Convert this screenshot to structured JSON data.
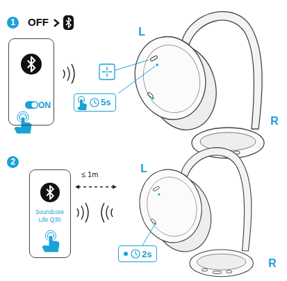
{
  "diagram": {
    "nodes": [
      {
        "text": [
          "1"
        ]
      },
      {
        "text": [
          "ON"
        ]
      },
      {
        "text": [
          "5s"
        ]
      },
      {
        "text": [
          "2"
        ]
      },
      {
        "text": [
          "Soundcore Life Q30"
        ]
      },
      {
        "text": [
          "2s"
        ]
      }
    ],
    "labels": [
      "OFF",
      "L",
      "R",
      "≤ 1m",
      "L",
      "R"
    ]
  }
}
